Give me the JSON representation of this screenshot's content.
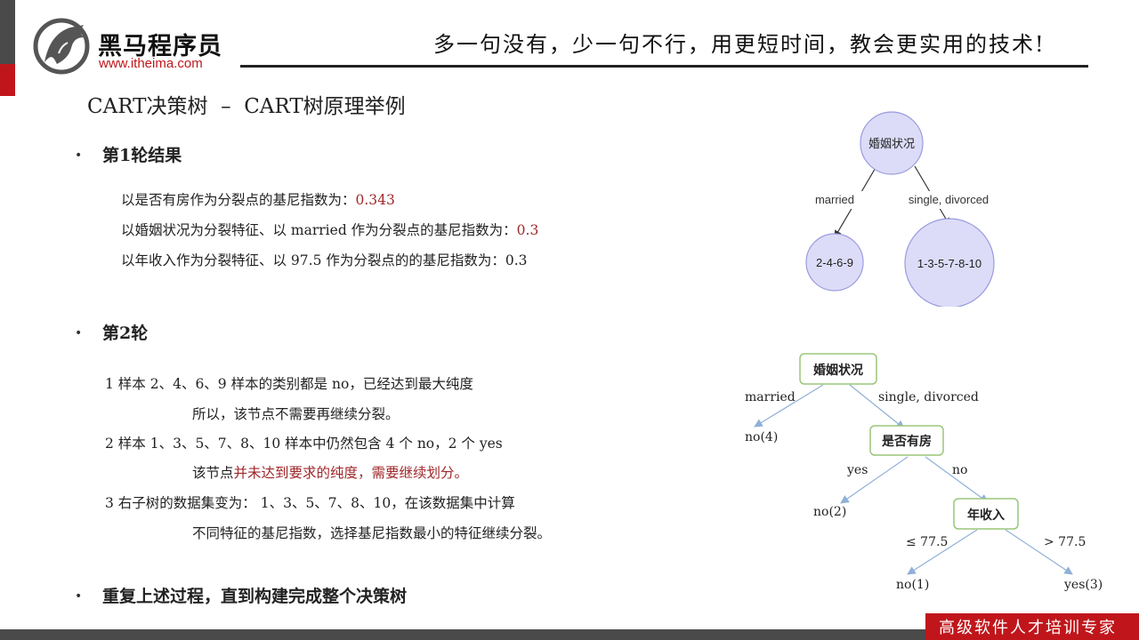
{
  "header": {
    "brand": "黑马程序员",
    "url": "www.itheima.com",
    "slogan": "多一句没有，少一句不行，用更短时间，教会更实用的技术!"
  },
  "title": "CART决策树  –  CART树原理举例",
  "section1": {
    "heading": "第1轮结果",
    "lines": [
      {
        "text": "以是否有房作为分裂点的基尼指数为：",
        "value": "0.343"
      },
      {
        "text": "以婚姻状况为分裂特征、以 married 作为分裂点的基尼指数为：",
        "value": "0.3"
      },
      {
        "text": "以年收入作为分裂特征、以 97.5 作为分裂点的的基尼指数为：0.3"
      }
    ]
  },
  "section2": {
    "heading": "第2轮",
    "items": [
      {
        "line1": "1 样本 2、4、6、9 样本的类别都是 no，已经达到最大纯度",
        "line2": "所以，该节点不需要再继续分裂。"
      },
      {
        "line1": "2 样本 1、3、5、7、8、10 样本中仍然包含 4 个 no，2 个 yes",
        "line2_prefix": "该节点",
        "line2_red": "并未达到要求的纯度，需要继续划分。"
      },
      {
        "line1": "3 右子树的数据集变为： 1、3、5、7、8、10，在该数据集中计算",
        "line2": "不同特征的基尼指数，选择基尼指数最小的特征继续分裂。"
      }
    ]
  },
  "section3": {
    "heading": "重复上述过程，直到构建完成整个决策树"
  },
  "tree1": {
    "root": "婚姻状况",
    "left_edge": "married",
    "right_edge": "single, divorced",
    "left_leaf": "2-4-6-9",
    "right_leaf": "1-3-5-7-8-10"
  },
  "tree2": {
    "root": "婚姻状况",
    "edge_married": "married",
    "edge_single": "single, divorced",
    "leaf_no4": "no(4)",
    "node_house": "是否有房",
    "edge_yes": "yes",
    "edge_no": "no",
    "leaf_no2": "no(2)",
    "node_income": "年收入",
    "edge_le": "≤ 77.5",
    "edge_gt": "> 77.5",
    "leaf_no1": "no(1)",
    "leaf_yes3": "yes(3)"
  },
  "footer": {
    "tagline": "高级软件人才培训专家"
  },
  "colors": {
    "accent_red": "#c0161b",
    "node_fill": "#dcdcf8",
    "node_stroke": "#9a9ae0",
    "box_stroke": "#9bc57a",
    "arrow_blue": "#8fb0d8"
  }
}
